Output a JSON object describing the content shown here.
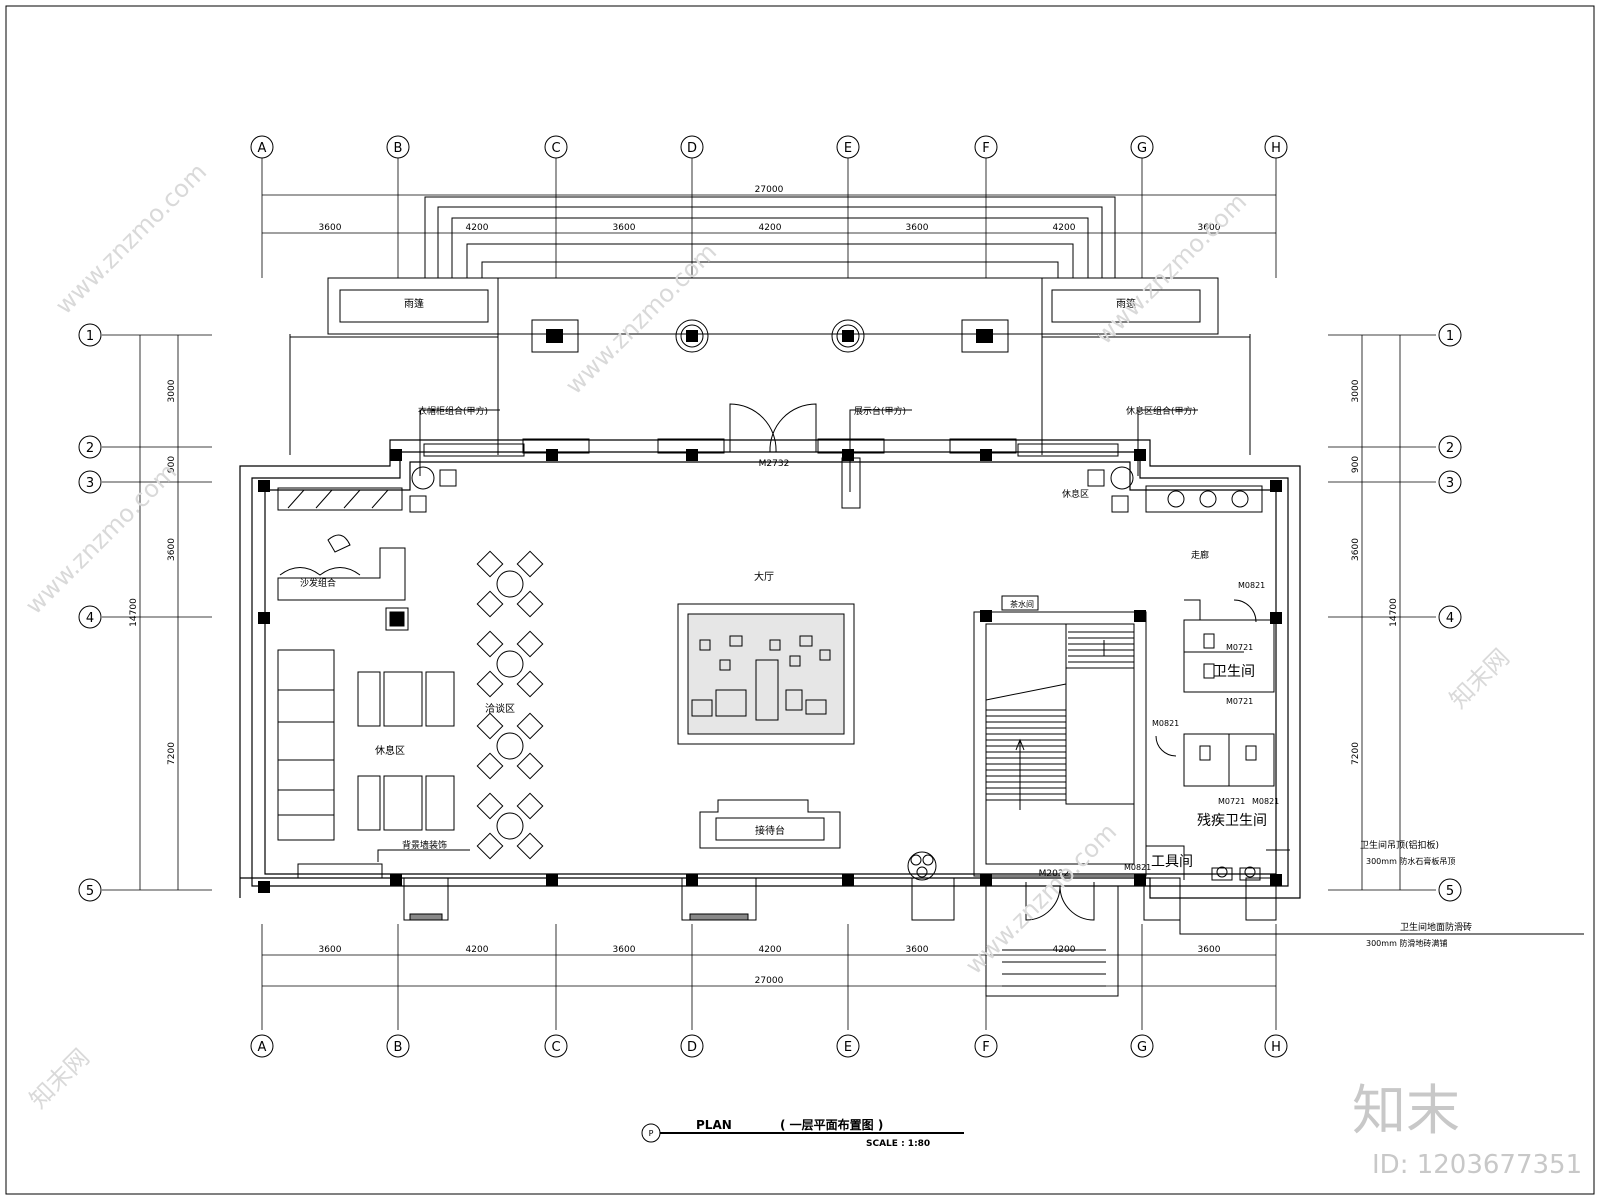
{
  "grid": {
    "columns": [
      "A",
      "B",
      "C",
      "D",
      "E",
      "F",
      "G",
      "H"
    ],
    "rows": [
      "1",
      "2",
      "3",
      "4",
      "5"
    ]
  },
  "dimensions": {
    "total_width": "27000",
    "bay_widths": [
      "3600",
      "4200",
      "3600",
      "4200",
      "3600",
      "4200",
      "3600"
    ],
    "total_depth": "14700",
    "row_spacings": [
      "3000",
      "900",
      "3600",
      "7200"
    ]
  },
  "rooms": {
    "lobby": "大厅",
    "rest_area_left": "休息区",
    "rest_area_right": "休息区",
    "negotiation_area": "洽谈区",
    "reception_desk": "接待台",
    "toilet": "卫生间",
    "utility_room": "工具间",
    "disabled_toilet": "残疾卫生间",
    "tea_room": "茶水间",
    "corridor": "走廊",
    "canopy_left": "雨篷",
    "canopy_right": "雨篷"
  },
  "door_codes": {
    "main_door": "M2732",
    "side_door": "M2032",
    "toilet_door_1": "M0821",
    "toilet_door_2": "M0821",
    "toilet_door_3": "M0821",
    "stall_door_1": "M0721",
    "stall_door_2": "M0721",
    "stall_door_3": "M0721",
    "utility_door": "M0821"
  },
  "notes": {
    "left_cabinet": "衣帽柜组合(甲方)",
    "center_cabinet": "展示台(甲方)",
    "right_cabinet": "休息区组合(甲方)",
    "left_sofa_note": "沙发组合",
    "seat_note": "背景墙装饰",
    "right_note_line1": "卫生间吊顶(铝扣板)",
    "right_note_line2": "300mm 防水石膏板吊顶",
    "bottom_note_line1": "卫生间地面防滑砖",
    "bottom_note_line2": "300mm 防滑地砖满铺"
  },
  "title": {
    "marker": "P",
    "label": "PLAN",
    "name": "( 一层平面布置图 )",
    "scale": "SCALE :   1:80"
  },
  "watermark": {
    "site": "www.znzmo.com",
    "brand": "知末网",
    "logo": "知末",
    "id": "ID: 1203677351"
  }
}
